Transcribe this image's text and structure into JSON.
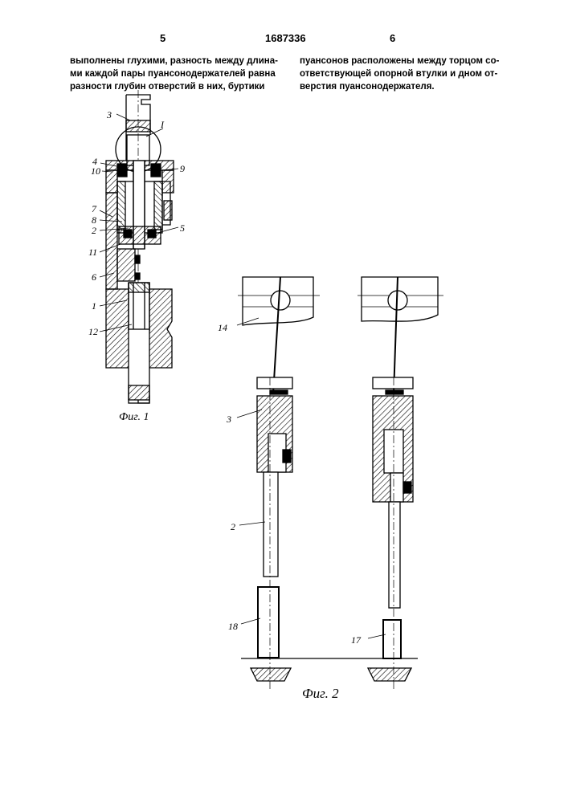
{
  "header": {
    "page_left": "5",
    "patent_number": "1687336",
    "page_right": "6"
  },
  "text": {
    "left": [
      "выполнены глухими, разность между длина-",
      "ми каждой пары пуансонодержателей равна",
      "разности глубин отверстий в них, буртики"
    ],
    "right": [
      "пуансонов расположены между торцом со-",
      "ответствующей опорной втулки и дном от-",
      "верстия пуансонодержателя."
    ]
  },
  "fig1": {
    "caption": "Фиг. 1",
    "labels": {
      "l3": "3",
      "lI": "I",
      "l4": "4",
      "l10": "10",
      "l9": "9",
      "l7": "7",
      "l8": "8",
      "l2": "2",
      "l5": "5",
      "l11": "11",
      "l6": "6",
      "l1": "1",
      "l12": "12"
    }
  },
  "fig2": {
    "caption": "Фиг. 2",
    "labels": {
      "l14": "14",
      "l3": "3",
      "l2": "2",
      "l18": "18",
      "l17": "17"
    }
  }
}
